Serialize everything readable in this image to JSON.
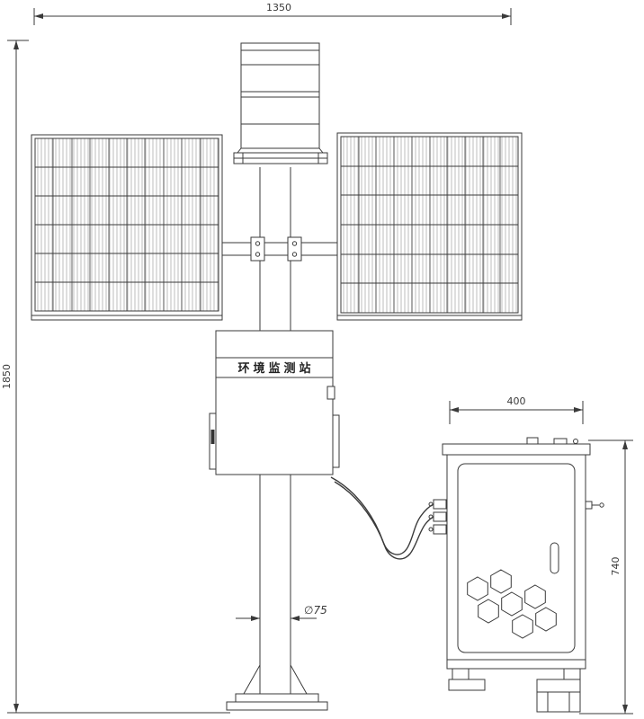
{
  "labels": {
    "station_name": "环境监测站",
    "dim_overall_width": "1350",
    "dim_overall_height": "1850",
    "dim_cabinet_width": "400",
    "dim_cabinet_height": "740",
    "dim_pole_diameter": "∅75"
  },
  "colors": {
    "line": "#3a3a3a",
    "background": "#ffffff"
  }
}
